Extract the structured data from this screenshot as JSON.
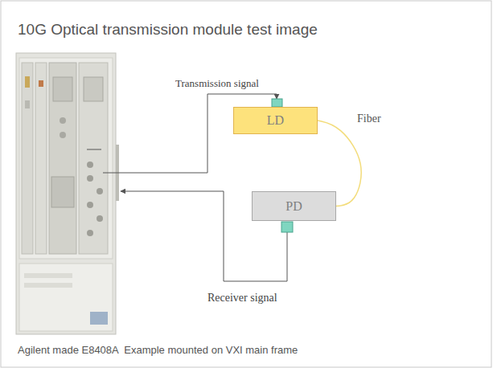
{
  "diagram": {
    "title": "10G Optical transmission module test image",
    "caption": "Agilent made E8408A  Example mounted on VXI main frame",
    "nodes": [
      {
        "text": [
          "LD"
        ]
      },
      {
        "text": [
          "PD"
        ]
      }
    ],
    "edges": [
      {
        "from": 0,
        "to": 1,
        "label": "Fiber",
        "arrow": "none"
      }
    ],
    "labels": [
      "Transmission signal",
      "Receiver signal"
    ]
  }
}
